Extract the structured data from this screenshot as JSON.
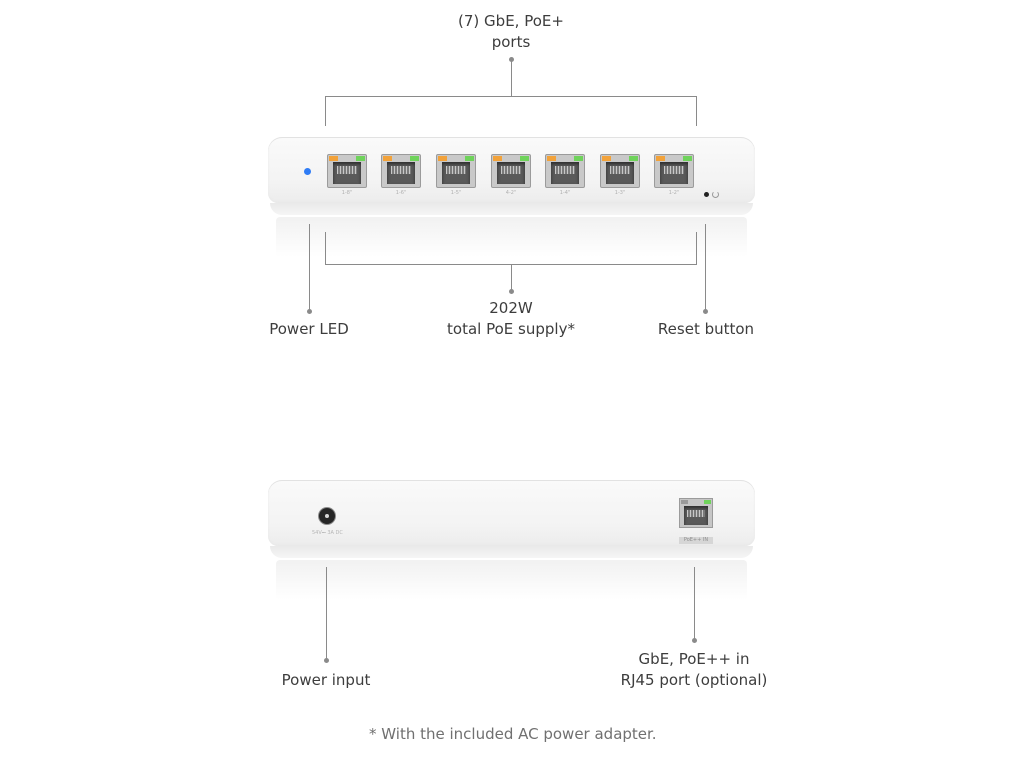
{
  "front_view": {
    "callouts": {
      "ports_line1": "(7) GbE, PoE+",
      "ports_line2": "ports",
      "poe_line1": "202W",
      "poe_line2": "total PoE supply*",
      "power_led": "Power LED",
      "reset_button": "Reset button"
    },
    "port_labels": [
      "1-8\"",
      "1-6\"",
      "1-5\"",
      "4-2\"",
      "1-4\"",
      "1-3\"",
      "1-2\""
    ],
    "colors": {
      "power_led": "#2f7cf5",
      "port_led_amber": "#f2a23a",
      "port_led_green": "#6fd35b"
    }
  },
  "rear_view": {
    "callouts": {
      "power_input": "Power input",
      "uplink_line1": "GbE, PoE++ in",
      "uplink_line2": "RJ45 port (optional)"
    },
    "dc_jack_label": "54V⎓ 3A DC",
    "uplink_badge": "PoE++ IN"
  },
  "footnote": "* With the included AC power adapter."
}
